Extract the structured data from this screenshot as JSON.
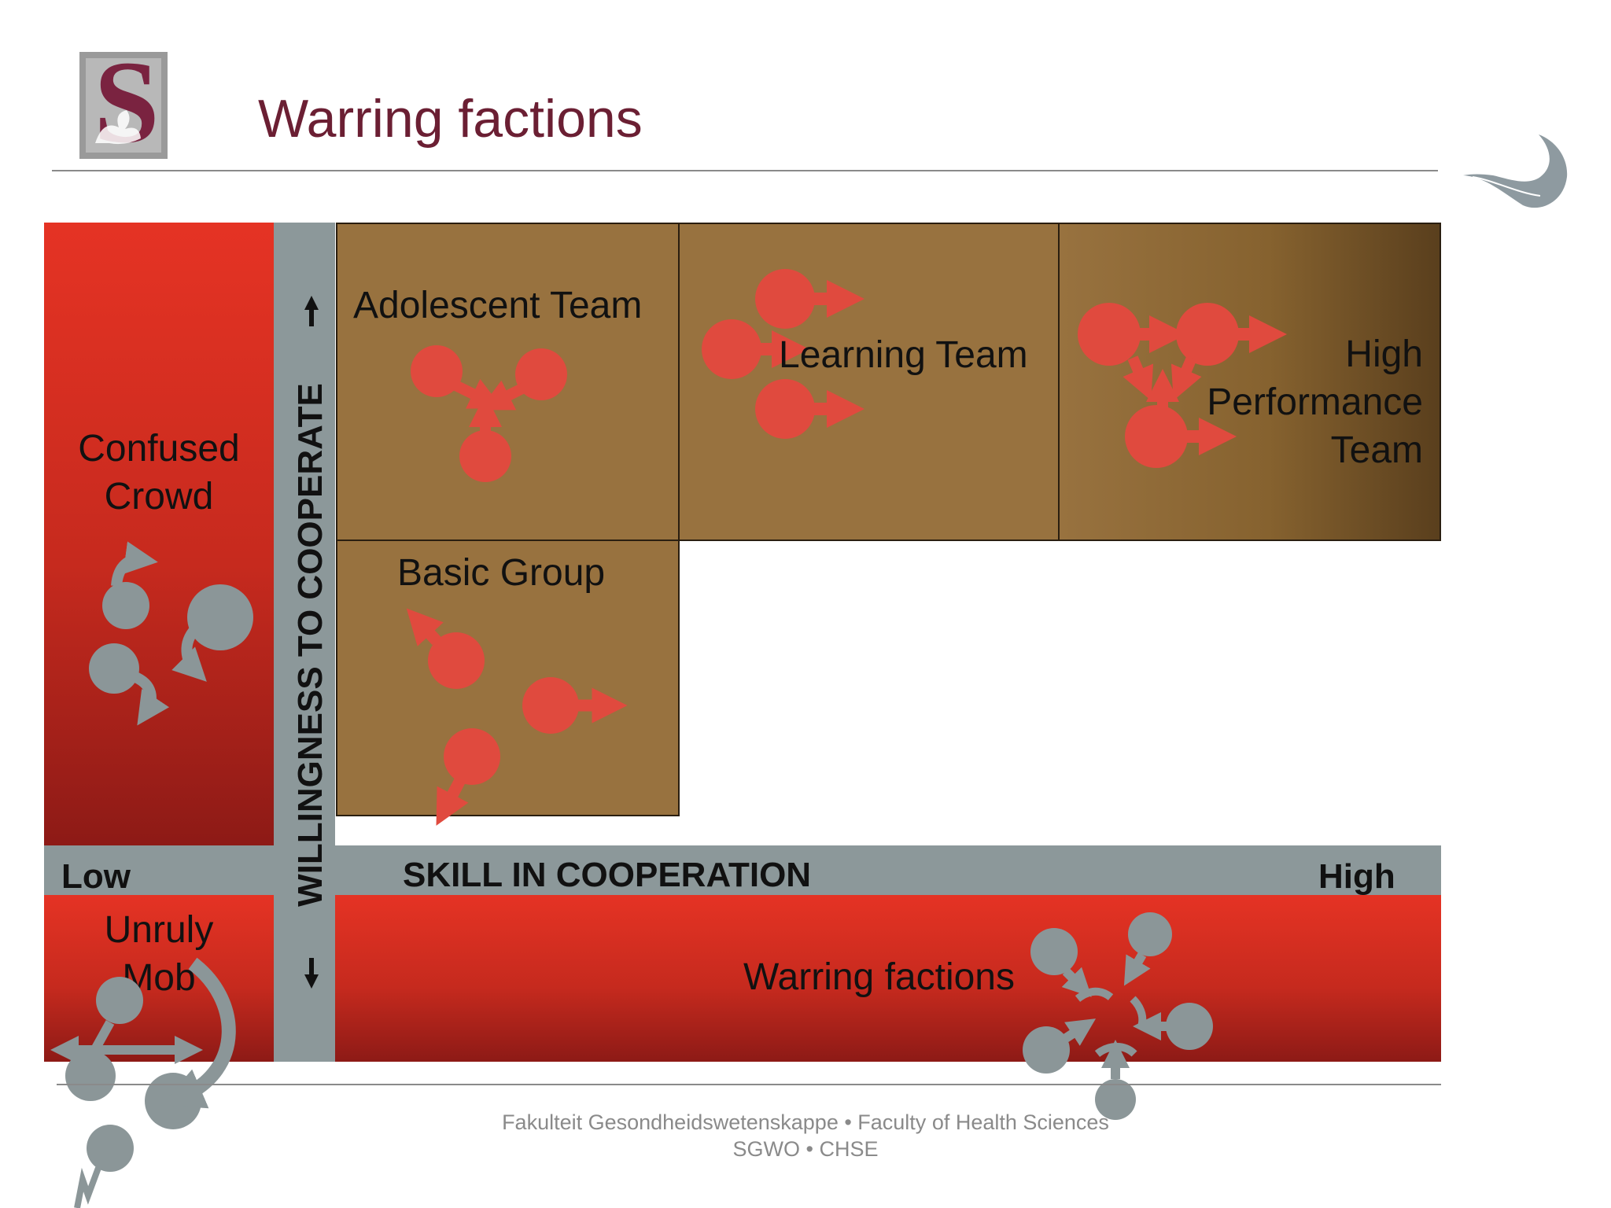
{
  "slide": {
    "title": "Warring factions",
    "footer_line1": "Fakulteit Gesondheidswetenskappe  •  Faculty of Health Sciences",
    "footer_line2": "SGWO  •  CHSE"
  },
  "axes": {
    "vertical_label": "WILLINGNESS TO COOPERATE",
    "horizontal_label": "SKILL IN COOPERATION",
    "low": "Low",
    "high": "High"
  },
  "cells": {
    "adolescent": "Adolescent Team",
    "learning": "Learning Team",
    "high_line1": "High",
    "high_line2": "Performance",
    "high_line3": "Team",
    "basic": "Basic Group",
    "confused_line1": "Confused",
    "confused_line2": "Crowd",
    "unruly_line1": "Unruly",
    "unruly_line2": "Mob",
    "warring": "Warring factions"
  },
  "colors": {
    "title": "#6b1f33",
    "red_panel": "#e53324",
    "brown_cell": "#98723f",
    "axis_bar": "#8c989a",
    "red_marker": "#e04a3e",
    "grey_marker": "#8b9698"
  },
  "icons": {
    "logo": "stellenbosch-s-logo-icon",
    "ornament": "leaf-ornament-icon",
    "up_arrow": "arrow-up-icon",
    "down_arrow": "arrow-down-icon"
  }
}
